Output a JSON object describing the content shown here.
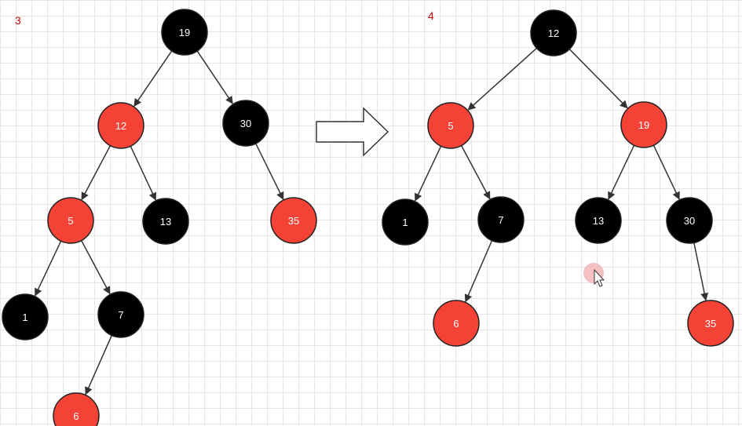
{
  "colors": {
    "black_node": "#000000",
    "red_node": "#f44336",
    "edge": "#333333",
    "label_text": "#ffffff",
    "panel_label": "#cc0000",
    "cursor_highlight": "#f5b5b5"
  },
  "panels": [
    {
      "label": "3",
      "nodes": [
        {
          "id": "p3-19",
          "key": "19",
          "color": "black"
        },
        {
          "id": "p3-12",
          "key": "12",
          "color": "red"
        },
        {
          "id": "p3-30",
          "key": "30",
          "color": "black"
        },
        {
          "id": "p3-5",
          "key": "5",
          "color": "red"
        },
        {
          "id": "p3-13",
          "key": "13",
          "color": "black"
        },
        {
          "id": "p3-35",
          "key": "35",
          "color": "red"
        },
        {
          "id": "p3-1",
          "key": "1",
          "color": "black"
        },
        {
          "id": "p3-7",
          "key": "7",
          "color": "black"
        },
        {
          "id": "p3-6",
          "key": "6",
          "color": "red"
        }
      ],
      "edges": [
        [
          "p3-19",
          "p3-12"
        ],
        [
          "p3-19",
          "p3-30"
        ],
        [
          "p3-12",
          "p3-5"
        ],
        [
          "p3-12",
          "p3-13"
        ],
        [
          "p3-30",
          "p3-35"
        ],
        [
          "p3-5",
          "p3-1"
        ],
        [
          "p3-5",
          "p3-7"
        ],
        [
          "p3-7",
          "p3-6"
        ]
      ]
    },
    {
      "label": "4",
      "nodes": [
        {
          "id": "p4-12",
          "key": "12",
          "color": "black"
        },
        {
          "id": "p4-5",
          "key": "5",
          "color": "red"
        },
        {
          "id": "p4-19",
          "key": "19",
          "color": "red"
        },
        {
          "id": "p4-1",
          "key": "1",
          "color": "black"
        },
        {
          "id": "p4-7",
          "key": "7",
          "color": "black"
        },
        {
          "id": "p4-13",
          "key": "13",
          "color": "black"
        },
        {
          "id": "p4-30",
          "key": "30",
          "color": "black"
        },
        {
          "id": "p4-6",
          "key": "6",
          "color": "red"
        },
        {
          "id": "p4-35",
          "key": "35",
          "color": "red"
        }
      ],
      "edges": [
        [
          "p4-12",
          "p4-5"
        ],
        [
          "p4-12",
          "p4-19"
        ],
        [
          "p4-5",
          "p4-1"
        ],
        [
          "p4-5",
          "p4-7"
        ],
        [
          "p4-19",
          "p4-13"
        ],
        [
          "p4-19",
          "p4-30"
        ],
        [
          "p4-7",
          "p4-6"
        ],
        [
          "p4-30",
          "p4-35"
        ]
      ]
    }
  ],
  "transition_arrow": {
    "icon": "hollow-right-arrow-icon"
  },
  "cursor": {
    "icon": "mouse-pointer-icon"
  }
}
